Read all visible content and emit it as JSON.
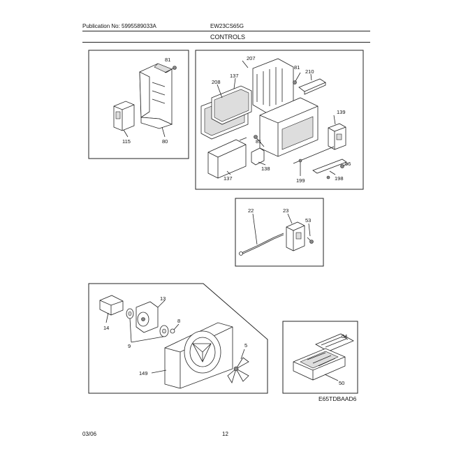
{
  "header": {
    "publication": "Publication No: 5995589033A",
    "model": "EW23CS65G",
    "section": "CONTROLS"
  },
  "footer": {
    "date": "03/06",
    "page": "12"
  },
  "diagram_code": "E65TDBAAD6",
  "callouts": {
    "c81a": "81",
    "c115": "115",
    "c80": "80",
    "c207": "207",
    "c81b": "81",
    "c210": "210",
    "c208": "208",
    "c137a": "137",
    "c139": "139",
    "c81c": "81",
    "c138": "138",
    "c56": "56",
    "c137b": "137",
    "c199": "199",
    "c198": "198",
    "c22": "22",
    "c23": "23",
    "c53": "53",
    "c13": "13",
    "c14": "14",
    "c8": "8",
    "c9": "9",
    "c5": "5",
    "c149": "149",
    "c54": "54",
    "c50": "50"
  }
}
